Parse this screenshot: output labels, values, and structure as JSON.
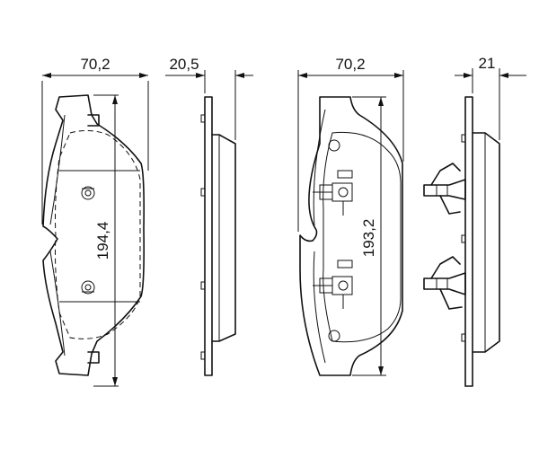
{
  "dimensions": {
    "pad1_width": "70,2",
    "pad1_height": "194,4",
    "pad1_thickness": "20,5",
    "pad2_width": "70,2",
    "pad2_height": "193,2",
    "pad2_thickness": "21"
  }
}
